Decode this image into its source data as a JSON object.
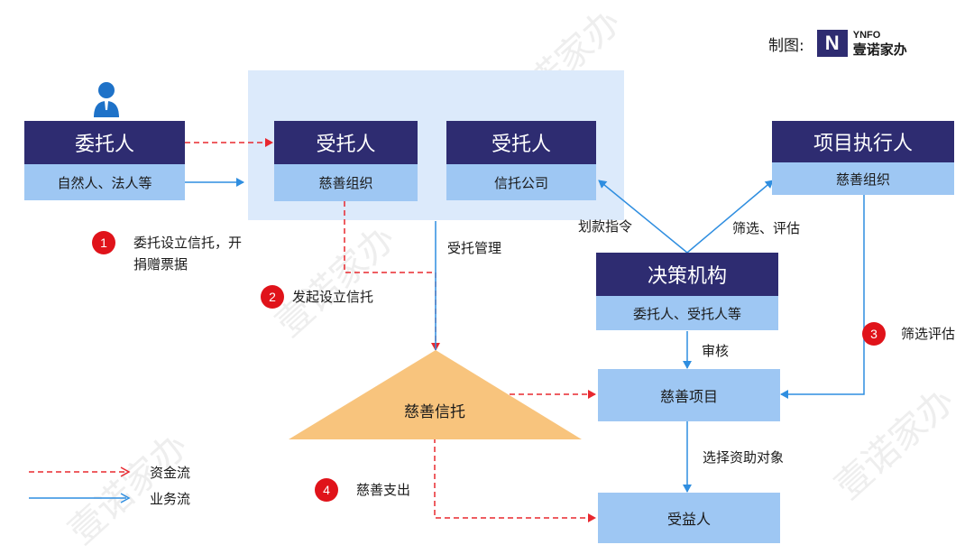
{
  "credit": {
    "label": "制图:",
    "logo_mark": "N",
    "logo_en": "YNFO",
    "logo_cn": "壹诺家办"
  },
  "watermark": "壹诺家办",
  "nodes": {
    "settlor": {
      "title": "委托人",
      "subtitle": "自然人、法人等",
      "icon": "person-icon"
    },
    "trustee_charity": {
      "title": "受托人",
      "subtitle": "慈善组织"
    },
    "trustee_company": {
      "title": "受托人",
      "subtitle": "信托公司"
    },
    "executor": {
      "title": "项目执行人",
      "subtitle": "慈善组织"
    },
    "decision": {
      "title": "决策机构",
      "subtitle": "委托人、受托人等"
    },
    "charity_trust": {
      "title": "慈善信托"
    },
    "charity_project": {
      "title": "慈善项目"
    },
    "beneficiary": {
      "title": "受益人"
    }
  },
  "edge_labels": {
    "transfer_order": "划款指令",
    "screen_evaluate": "筛选、评估",
    "trust_management": "受托管理",
    "review": "审核",
    "select_target": "选择资助对象"
  },
  "steps": [
    {
      "num": "1",
      "text_line1": "委托设立信托，开",
      "text_line2": "捐赠票据"
    },
    {
      "num": "2",
      "text": "发起设立信托"
    },
    {
      "num": "3",
      "text": "筛选评估"
    },
    {
      "num": "4",
      "text": "慈善支出"
    }
  ],
  "legend": {
    "fund_flow": "资金流",
    "business_flow": "业务流"
  },
  "colors": {
    "header": "#2e2c71",
    "body": "#9ec7f3",
    "group_bg": "#dceafb",
    "fund_flow": "#e8282f",
    "business_flow": "#2f8ee0",
    "triangle": "#f8c47d",
    "step_badge": "#e0131a"
  }
}
